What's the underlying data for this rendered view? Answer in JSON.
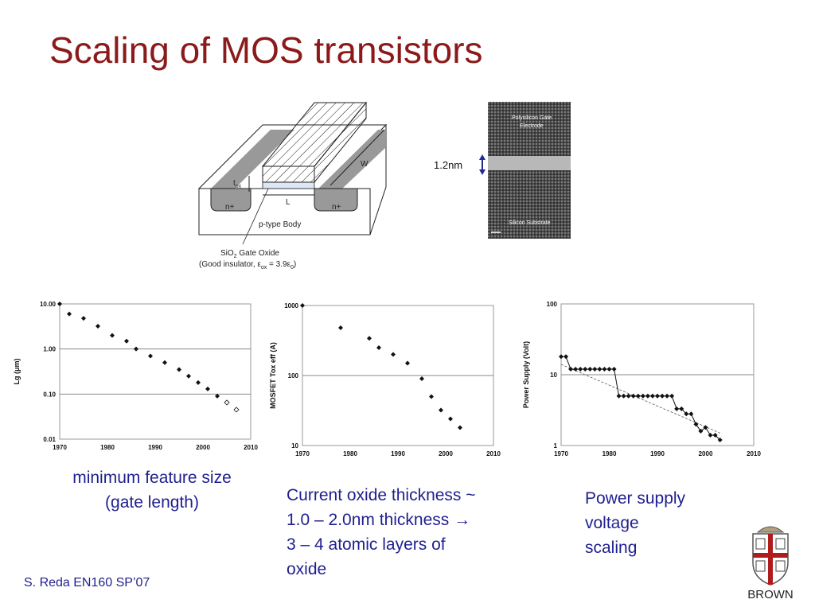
{
  "slide": {
    "title": "Scaling of MOS transistors",
    "footer": "S. Reda EN160 SP’07"
  },
  "diagram": {
    "label_tox": "t",
    "label_tox_sub": "ox",
    "label_L": "L",
    "label_W": "W",
    "label_n_left": "n+",
    "label_n_right": "n+",
    "label_body": "p-type Body",
    "label_oxide_line1": "SiO",
    "label_oxide_sub": "2",
    "label_oxide_line1_rest": " Gate Oxide",
    "label_oxide_line2": "(Good insulator, ε",
    "label_oxide_line2_sub": "ox",
    "label_oxide_line2_mid": " = 3.9ε",
    "label_oxide_line2_sub2": "0",
    "label_oxide_line2_end": ")"
  },
  "micrograph": {
    "label_gate": "Polysilicon Gate",
    "label_gate2": "Electrode",
    "label_substrate": "Silicon Substrate",
    "thickness_label": "1.2nm"
  },
  "captions": {
    "c1_line1": "minimum feature size",
    "c1_line2": "(gate length)",
    "c2_line1": "Current oxide thickness ~",
    "c2_line2": "1.0 – 2.0nm thickness →",
    "c2_line3": "3 – 4 atomic layers of",
    "c2_line4": "oxide",
    "c3_line1": "Power supply",
    "c3_line2": "voltage",
    "c3_line3": "scaling"
  },
  "logo": {
    "text": "BROWN"
  },
  "chart_data": [
    {
      "type": "scatter",
      "title": "",
      "ylabel": "Lg (μm)",
      "xlabel": "",
      "x_ticks": [
        "1970",
        "1980",
        "1990",
        "2000",
        "2010"
      ],
      "y_ticks": [
        "10.00",
        "1.00",
        "0.10",
        "0.01"
      ],
      "xlim": [
        1970,
        2010
      ],
      "ylim": [
        0.01,
        10
      ],
      "yscale": "log",
      "grid": "horizontal at decades",
      "series": [
        {
          "marker": "filled-diamond",
          "points": [
            [
              1970,
              10
            ],
            [
              1972,
              6
            ],
            [
              1975,
              4.8
            ],
            [
              1978,
              3.2
            ],
            [
              1981,
              2
            ],
            [
              1984,
              1.5
            ],
            [
              1986,
              1
            ],
            [
              1989,
              0.7
            ],
            [
              1992,
              0.5
            ],
            [
              1995,
              0.35
            ],
            [
              1997,
              0.25
            ],
            [
              1999,
              0.18
            ],
            [
              2001,
              0.13
            ],
            [
              2003,
              0.09
            ]
          ]
        },
        {
          "marker": "open-diamond",
          "points": [
            [
              2005,
              0.065
            ],
            [
              2007,
              0.045
            ]
          ]
        }
      ]
    },
    {
      "type": "scatter",
      "title": "",
      "ylabel": "MOSFET Tox eff (A)",
      "xlabel": "",
      "x_ticks": [
        "1970",
        "1980",
        "1990",
        "2000",
        "2010"
      ],
      "y_ticks": [
        "1000",
        "100",
        "10"
      ],
      "xlim": [
        1970,
        2010
      ],
      "ylim": [
        10,
        1000
      ],
      "yscale": "log",
      "grid": "horizontal at 100",
      "series": [
        {
          "marker": "filled-diamond",
          "points": [
            [
              1970,
              1000
            ],
            [
              1978,
              480
            ],
            [
              1984,
              340
            ],
            [
              1986,
              250
            ],
            [
              1989,
              200
            ],
            [
              1992,
              150
            ],
            [
              1995,
              90
            ],
            [
              1997,
              50
            ],
            [
              1999,
              32
            ],
            [
              2001,
              24
            ],
            [
              2003,
              18
            ]
          ]
        }
      ]
    },
    {
      "type": "line",
      "title": "",
      "ylabel": "Power Supply (Volt)",
      "xlabel": "",
      "x_ticks": [
        "1970",
        "1980",
        "1990",
        "2000",
        "2010"
      ],
      "y_ticks": [
        "100",
        "10",
        "1"
      ],
      "xlim": [
        1970,
        2010
      ],
      "ylim": [
        1,
        100
      ],
      "yscale": "log",
      "grid": "horizontal at 10",
      "series": [
        {
          "marker": "filled-diamond",
          "points": [
            [
              1970,
              18
            ],
            [
              1971,
              18
            ],
            [
              1972,
              12
            ],
            [
              1973,
              12
            ],
            [
              1974,
              12
            ],
            [
              1975,
              12
            ],
            [
              1976,
              12
            ],
            [
              1977,
              12
            ],
            [
              1978,
              12
            ],
            [
              1979,
              12
            ],
            [
              1980,
              12
            ],
            [
              1981,
              12
            ],
            [
              1982,
              5
            ],
            [
              1983,
              5
            ],
            [
              1984,
              5
            ],
            [
              1985,
              5
            ],
            [
              1986,
              5
            ],
            [
              1987,
              5
            ],
            [
              1988,
              5
            ],
            [
              1989,
              5
            ],
            [
              1990,
              5
            ],
            [
              1991,
              5
            ],
            [
              1992,
              5
            ],
            [
              1993,
              5
            ],
            [
              1994,
              3.3
            ],
            [
              1995,
              3.3
            ],
            [
              1996,
              2.8
            ],
            [
              1997,
              2.8
            ],
            [
              1998,
              2
            ],
            [
              1999,
              1.6
            ],
            [
              2000,
              1.8
            ],
            [
              2001,
              1.4
            ],
            [
              2002,
              1.4
            ],
            [
              2003,
              1.2
            ]
          ]
        }
      ],
      "trendline": [
        [
          1970,
          14
        ],
        [
          2003,
          1.5
        ]
      ]
    }
  ]
}
